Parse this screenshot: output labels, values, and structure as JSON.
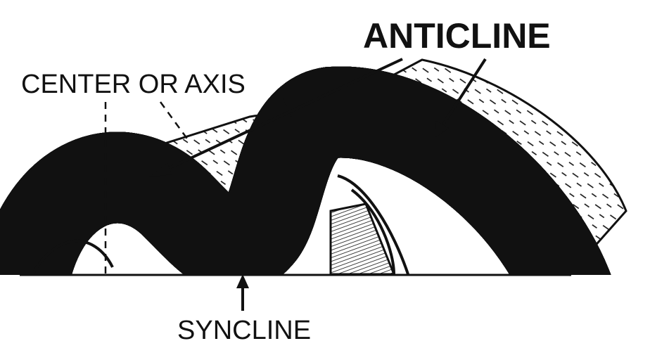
{
  "labels": {
    "anticline": "ANTICLINE",
    "center_axis": "CENTER OR AXIS",
    "syncline": "SYNCLINE"
  },
  "colors": {
    "ink": "#111111",
    "paper": "#ffffff"
  }
}
